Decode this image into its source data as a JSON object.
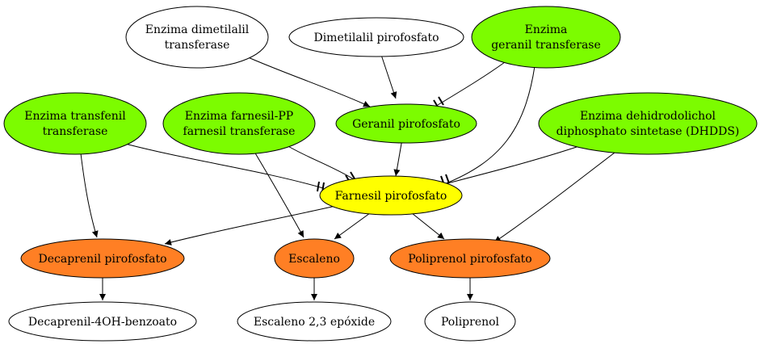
{
  "colors": {
    "green": "#7cfc00",
    "yellow": "#ffff00",
    "orange": "#ff7f24",
    "white": "#ffffff",
    "stroke": "#000000"
  },
  "nodes": {
    "enzima_dimetilalil": {
      "line1": "Enzima dimetilalil",
      "line2": "transferase"
    },
    "dimetilalil_pp": {
      "label": "Dimetilalil pirofosfato"
    },
    "enzima_geranil": {
      "line1": "Enzima",
      "line2": "geranil transferase"
    },
    "geranil_pp": {
      "label": "Geranil pirofosfato"
    },
    "enzima_transfenil": {
      "line1": "Enzima transfenil",
      "line2": "transferase"
    },
    "enzima_farnesil": {
      "line1": "Enzima farnesil-PP",
      "line2": "farnesil transferase"
    },
    "enzima_dhdds": {
      "line1": "Enzima dehidrodolichol",
      "line2": "diphosphato sintetase (DHDDS)"
    },
    "farnesil_pp": {
      "label": "Farnesil pirofosfato"
    },
    "decaprenil_pp": {
      "label": "Decaprenil pirofosfato"
    },
    "escaleno": {
      "label": "Escaleno"
    },
    "poliprenol_pp": {
      "label": "Poliprenol pirofosfato"
    },
    "decaprenil_benzoato": {
      "label": "Decaprenil-4OH-benzoato"
    },
    "escaleno_epoxide": {
      "label": "Escaleno 2,3 epóxide"
    },
    "poliprenol": {
      "label": "Poliprenol"
    }
  }
}
